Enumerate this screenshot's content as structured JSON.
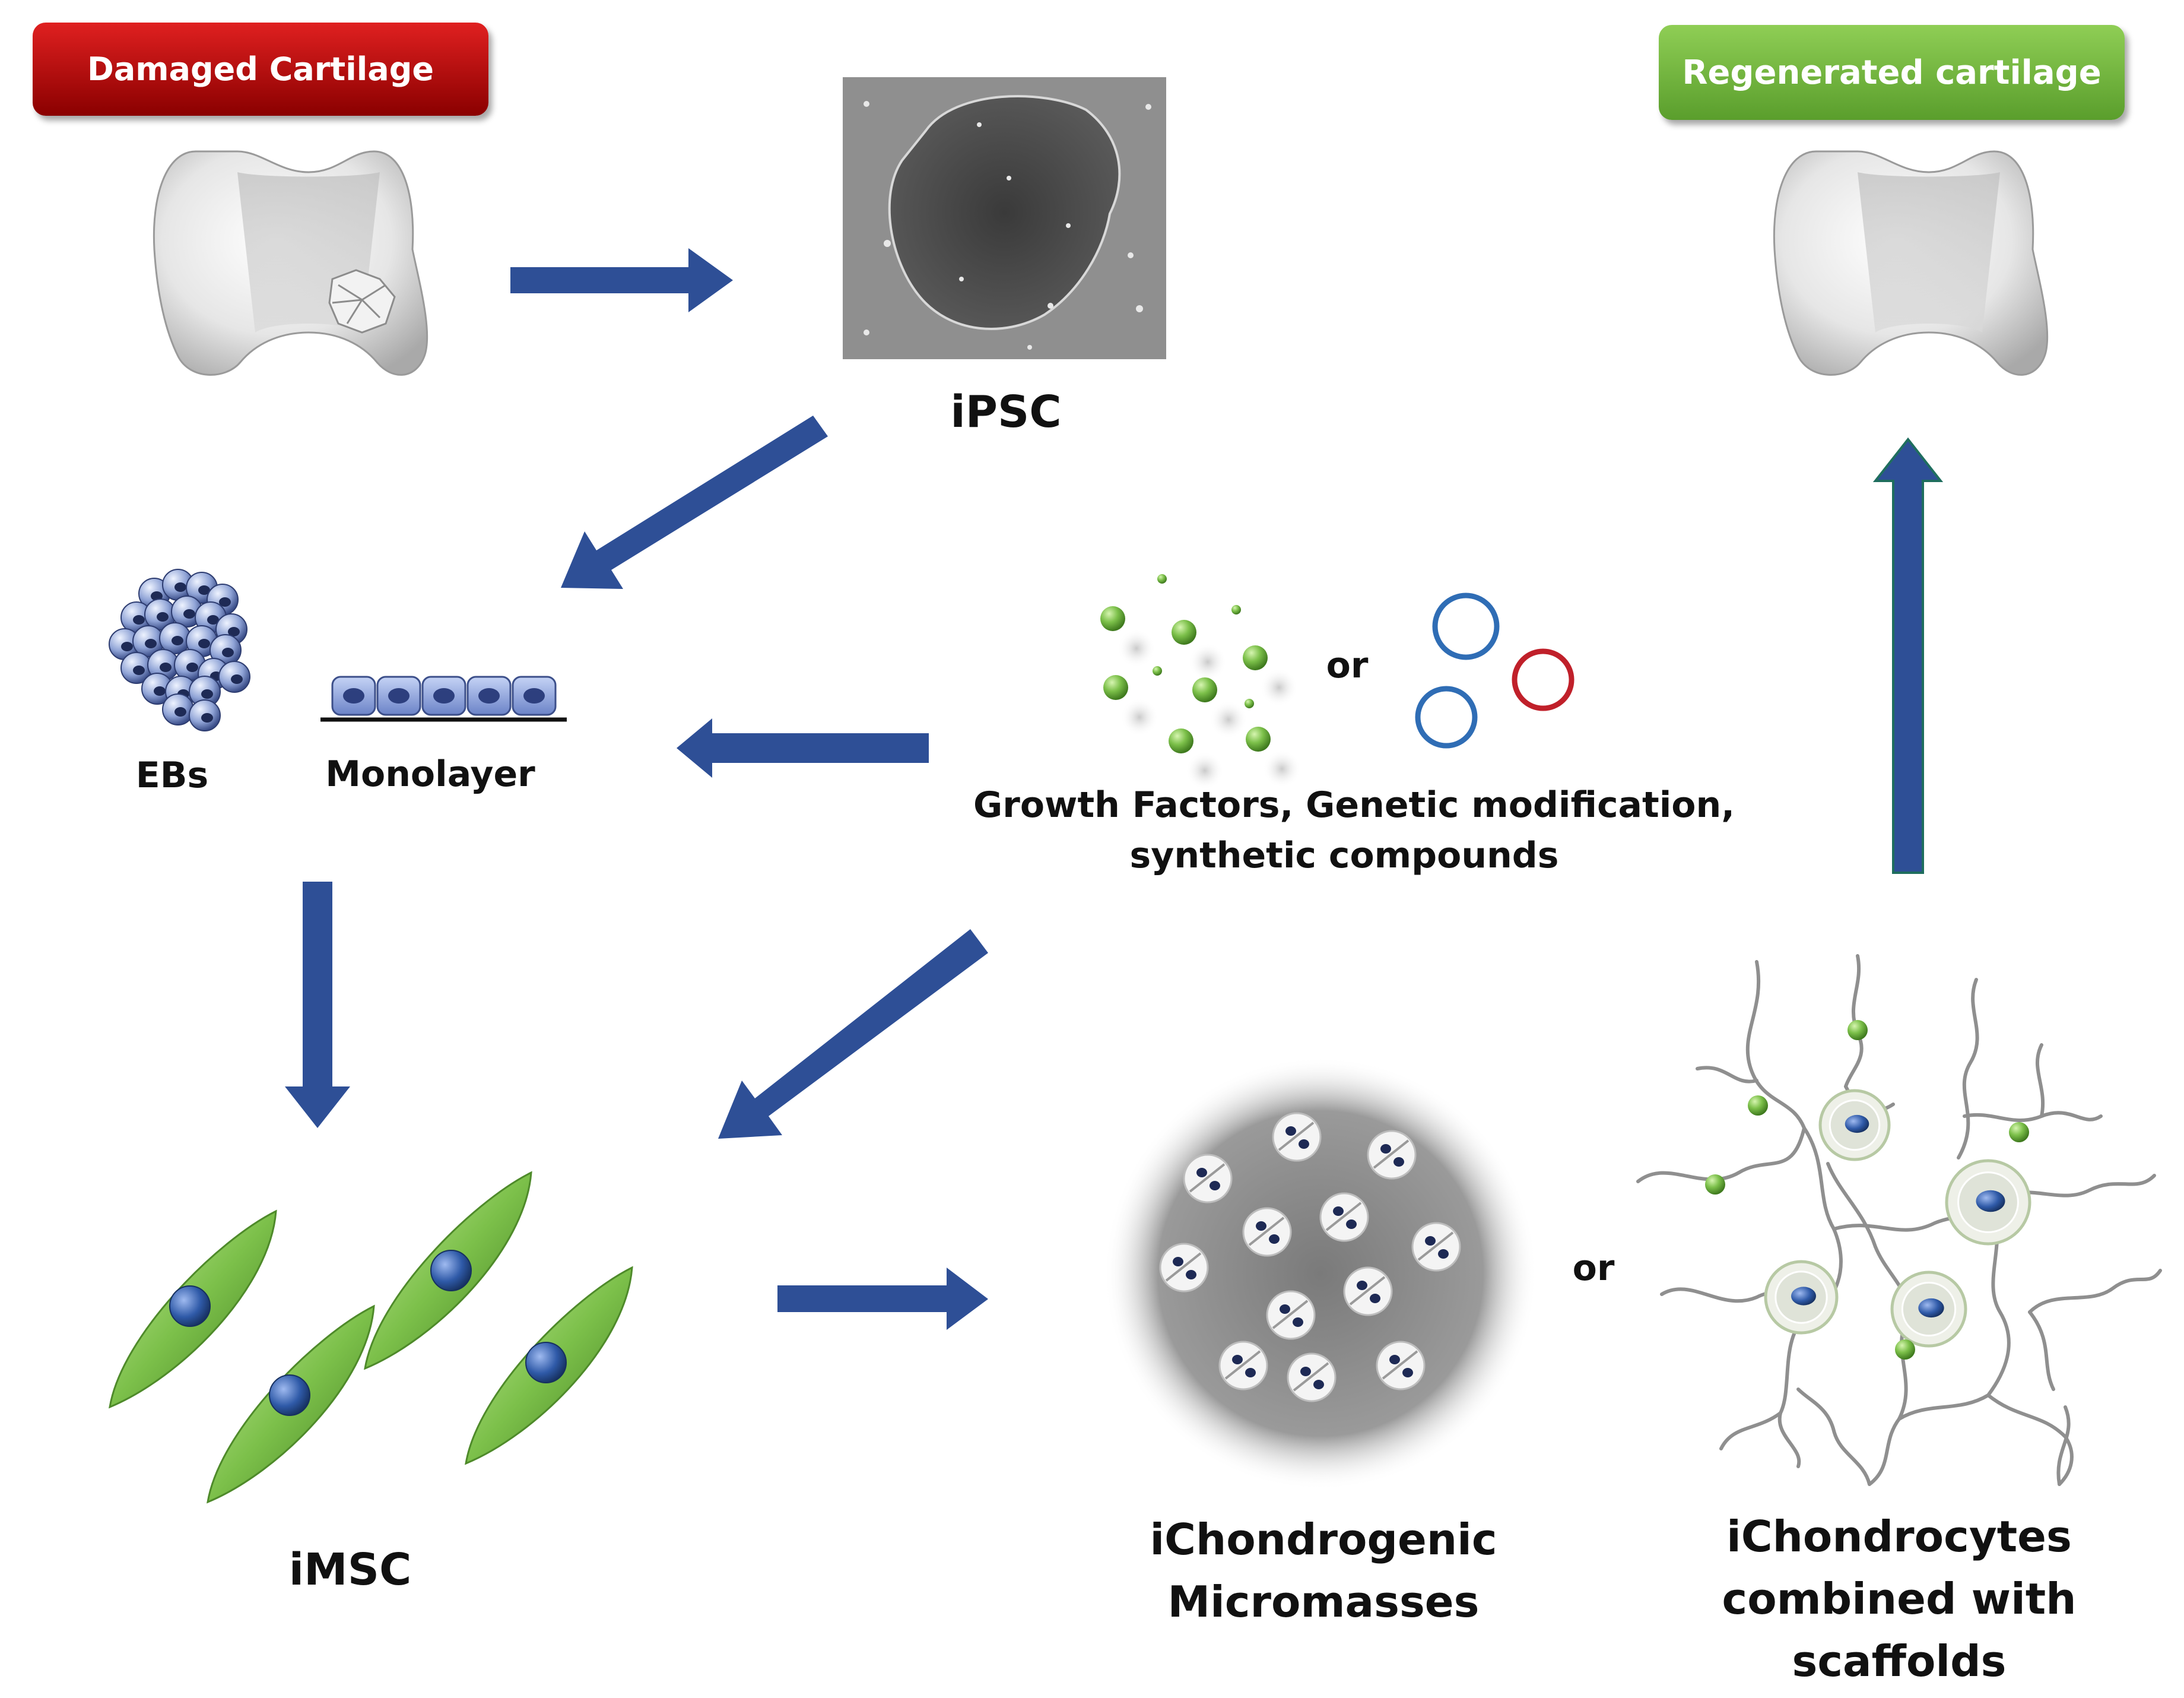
{
  "badges": {
    "damaged": {
      "label": "Damaged Cartilage",
      "color_top": "#e02020",
      "color_bottom": "#8a0000"
    },
    "regenerated": {
      "label": "Regenerated cartilage",
      "color_top": "#8fce55",
      "color_bottom": "#5a9e2c"
    }
  },
  "labels": {
    "ipsc": "iPSC",
    "ebs": "EBs",
    "monolayer": "Monolayer",
    "or_factors": "or",
    "factors_line1": "Growth Factors, Genetic modification,",
    "factors_line2": "synthetic compounds",
    "imsc": "iMSC",
    "micromass_line1": "iChondrogenic",
    "micromass_line2": "Micromasses",
    "or_scaffold": "or",
    "scaffold_line1": "iChondrocytes",
    "scaffold_line2": "combined with",
    "scaffold_line3": "scaffolds"
  },
  "colors": {
    "arrow": "#2e4f96",
    "cell_green": "#7cc04a",
    "nucleus_blue": "#2f5aa8",
    "ring_blue": "#2f6db5",
    "ring_red": "#c0202a"
  }
}
